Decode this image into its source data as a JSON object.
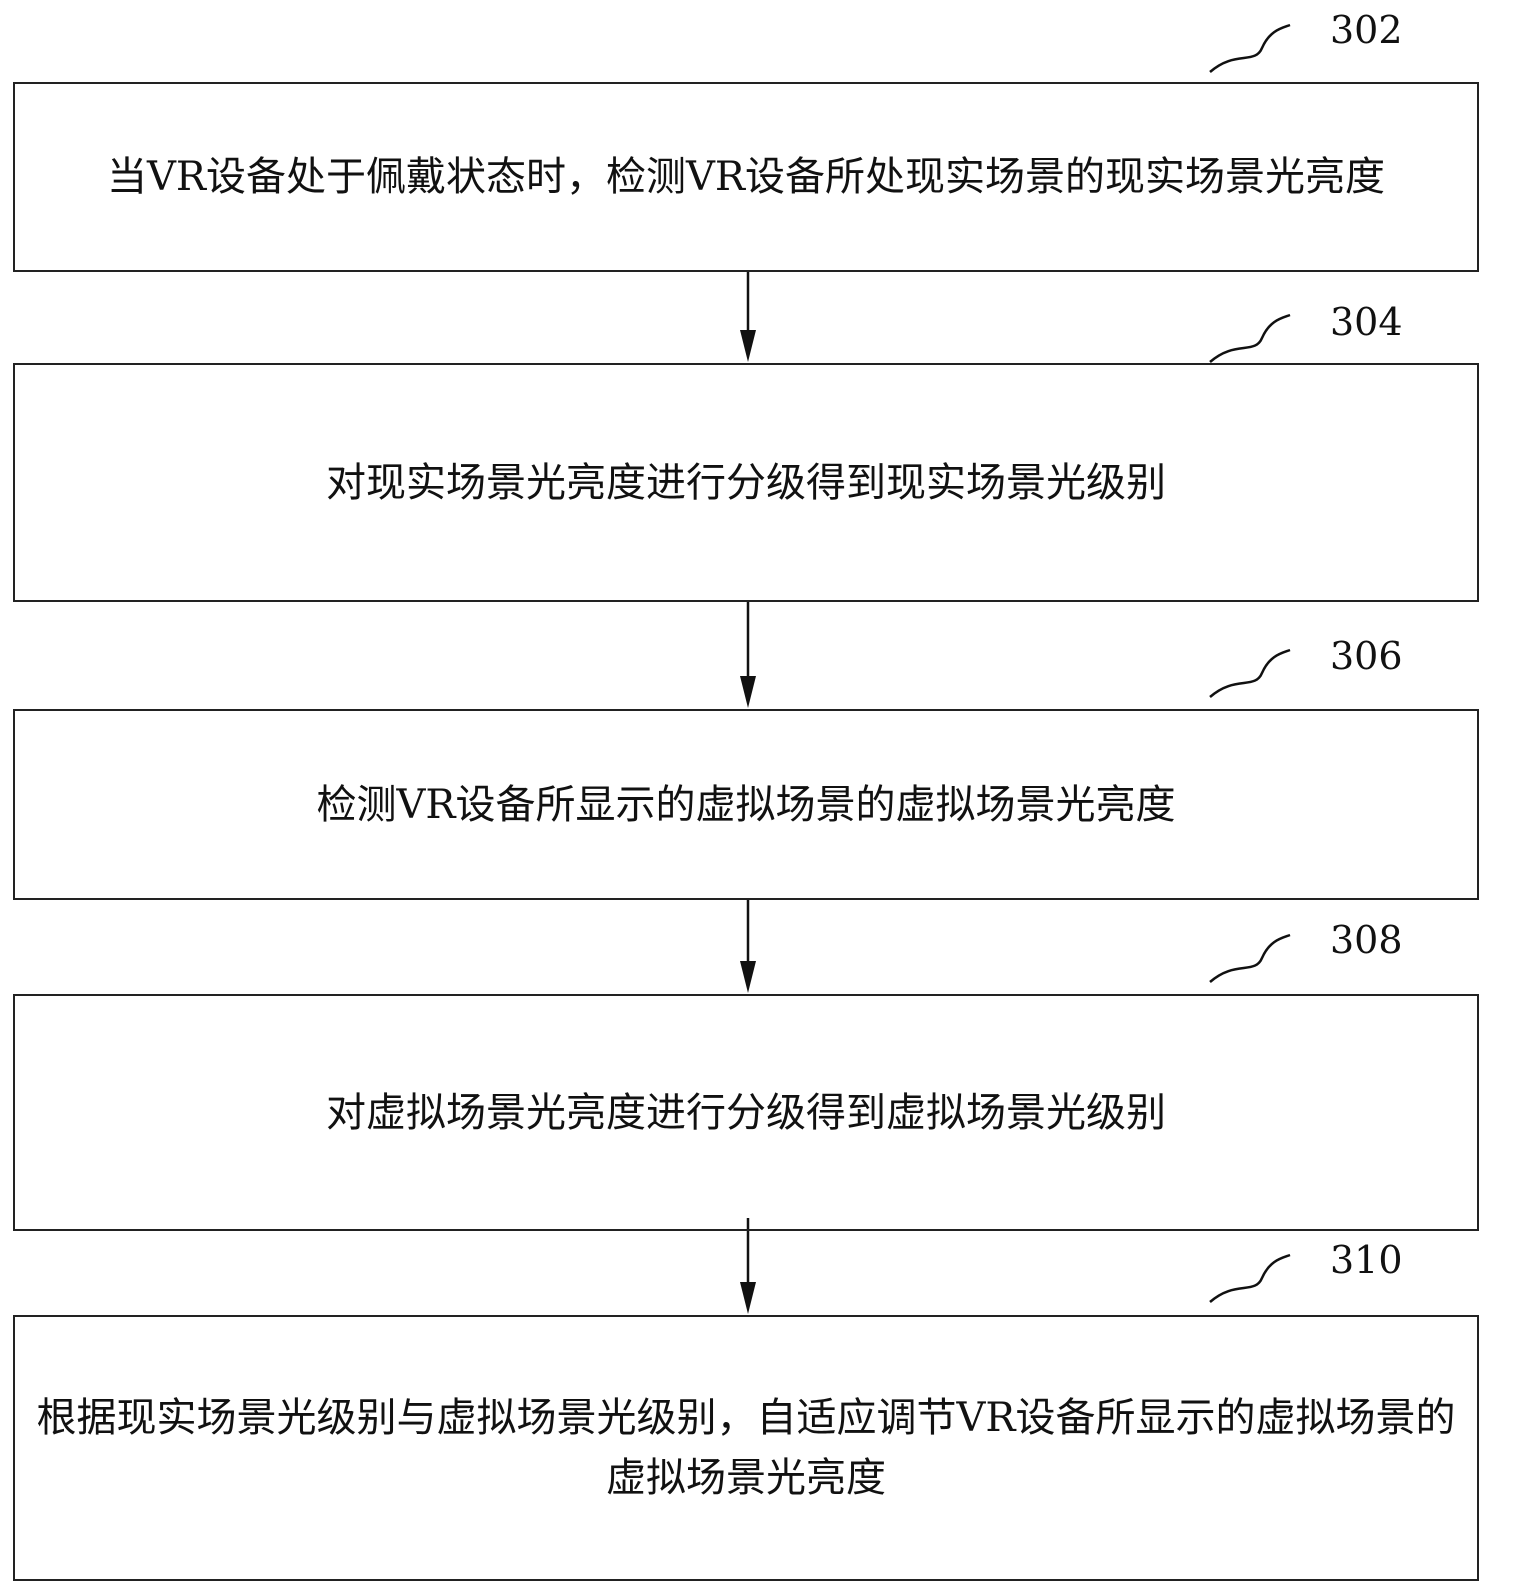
{
  "steps": [
    {
      "id": "302",
      "text": "当VR设备处于佩戴状态时，检测VR设备所处现实场景的现实场景光亮度"
    },
    {
      "id": "304",
      "text": "对现实场景光亮度进行分级得到现实场景光级别"
    },
    {
      "id": "306",
      "text": "检测VR设备所显示的虚拟场景的虚拟场景光亮度"
    },
    {
      "id": "308",
      "text": "对虚拟场景光亮度进行分级得到虚拟场景光级别"
    },
    {
      "id": "310",
      "text": "根据现实场景光级别与虚拟场景光级别，自适应调节VR设备所显示的虚拟场景的虚拟场景光亮度"
    }
  ]
}
